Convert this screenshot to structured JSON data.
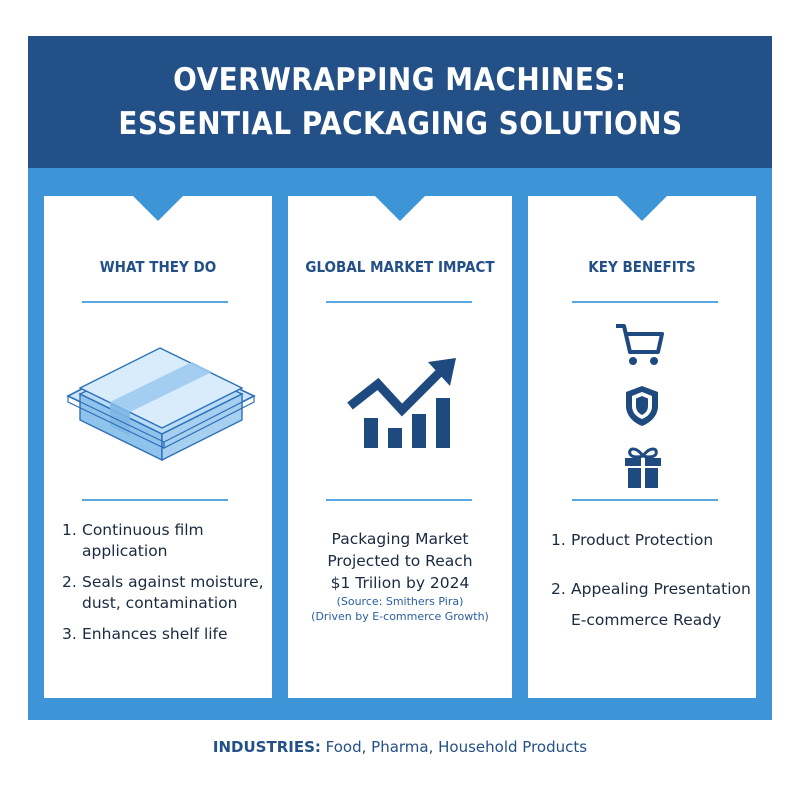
{
  "header": {
    "title_line1": "OVERWRAPPING MACHINES:",
    "title_line2": "ESSENTIAL PACKAGING SOLUTIONS"
  },
  "columns": {
    "what_they_do": {
      "title": "WHAT THEY DO",
      "icon": "wrapped-package-icon",
      "items": [
        {
          "num": "1.",
          "text_line1": "Continuous film",
          "text_line2": "application"
        },
        {
          "num": "2.",
          "text_line1": "Seals against moisture,",
          "text_line2": "dust, contamination"
        },
        {
          "num": "3.",
          "text_line1": "Enhances shelf life"
        }
      ]
    },
    "market": {
      "title": "GLOBAL MARKET IMPACT",
      "icon": "growth-chart-icon",
      "line1": "Packaging Market",
      "line2": "Projected to Reach",
      "line3": "$1 Trilion by 2024",
      "source": "(Source: Smithers Pira)",
      "driver": "(Driven by E-commerce Growth)"
    },
    "benefits": {
      "title": "KEY BENEFITS",
      "icons": [
        "shopping-cart-icon",
        "shield-icon",
        "gift-icon"
      ],
      "items": [
        {
          "num": "1.",
          "text": "Product Protection"
        },
        {
          "num": "2.",
          "text": "Appealing Presentation"
        },
        {
          "text": "E-commerce Ready"
        }
      ]
    }
  },
  "footer": {
    "lead": "INDUSTRIES:",
    "text": " Food, Pharma, Household Products"
  },
  "colors": {
    "header_blue": "#245088",
    "frame_blue": "#3d94d6",
    "rule_blue": "#5aa6e0",
    "icon_navy": "#1f4a80"
  }
}
